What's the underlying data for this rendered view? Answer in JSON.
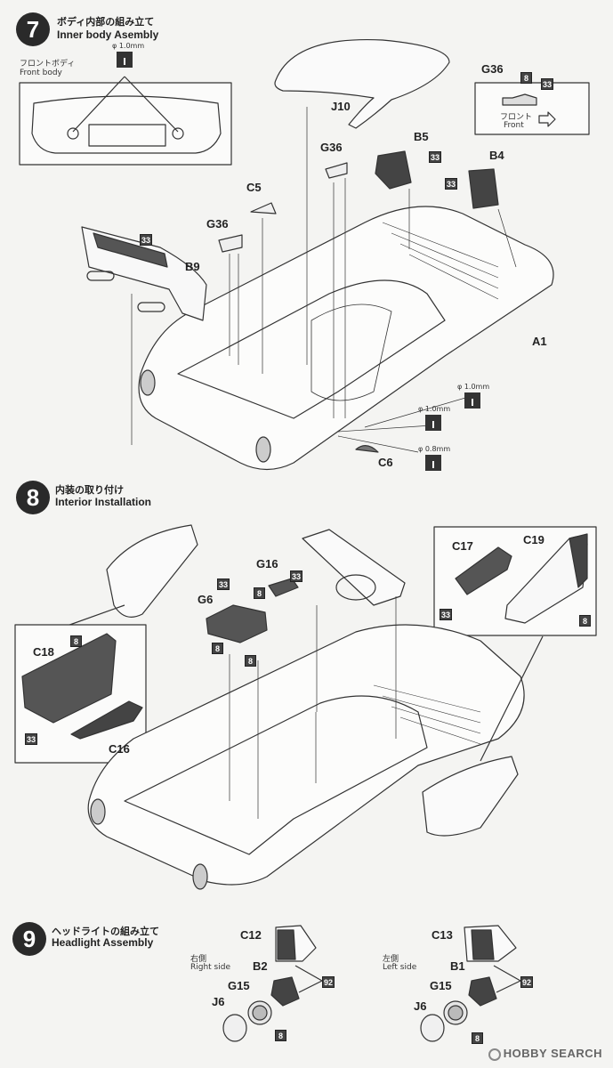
{
  "steps": {
    "s7": {
      "number": "7",
      "jp": "ボディ内部の組み立て",
      "en": "Inner body Asembly"
    },
    "s8": {
      "number": "8",
      "jp": "内装の取り付け",
      "en": "Interior Installation"
    },
    "s9": {
      "number": "9",
      "jp": "ヘッドライトの組み立て",
      "en": "Headlight Assembly"
    }
  },
  "inset7a": {
    "jp": "フロントボディ",
    "en": "Front body",
    "drill": "φ 1.0mm"
  },
  "inset7b": {
    "part": "G36",
    "tag1": "8",
    "tag2": "33",
    "jp": "フロント",
    "en": "Front"
  },
  "parts7": {
    "j10": "J10",
    "g36a": "G36",
    "g36b": "G36",
    "b5": "B5",
    "b4": "B4",
    "c5": "C5",
    "b9": "B9",
    "a1": "A1",
    "c6": "C6",
    "t33": "33",
    "drill1": "φ 1.0mm",
    "drill2": "φ 1.0mm",
    "drill3": "φ 0.8mm"
  },
  "parts8": {
    "g16": "G16",
    "g6": "G6",
    "c18": "C18",
    "c16": "C16",
    "c17": "C17",
    "c19": "C19",
    "t8": "8",
    "t33": "33"
  },
  "parts9": {
    "c12": "C12",
    "b2": "B2",
    "g15a": "G15",
    "j6a": "J6",
    "c13": "C13",
    "b1": "B1",
    "g15b": "G15",
    "j6b": "J6",
    "right_jp": "右側",
    "right_en": "Right side",
    "left_jp": "左側",
    "left_en": "Left side",
    "t92": "92",
    "t8": "8"
  },
  "watermark": "HOBBY SEARCH"
}
